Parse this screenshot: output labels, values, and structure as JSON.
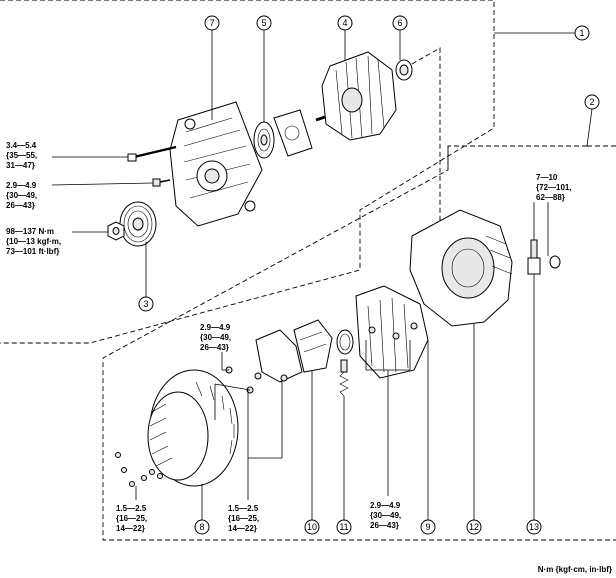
{
  "callouts": [
    {
      "id": "c1",
      "label": "1"
    },
    {
      "id": "c2",
      "label": "2"
    },
    {
      "id": "c3",
      "label": "3"
    },
    {
      "id": "c4",
      "label": "4"
    },
    {
      "id": "c5",
      "label": "5"
    },
    {
      "id": "c6",
      "label": "6"
    },
    {
      "id": "c7",
      "label": "7"
    },
    {
      "id": "c8",
      "label": "8"
    },
    {
      "id": "c9",
      "label": "9"
    },
    {
      "id": "c10",
      "label": "10"
    },
    {
      "id": "c11",
      "label": "11"
    },
    {
      "id": "c12",
      "label": "12"
    },
    {
      "id": "c13",
      "label": "13"
    }
  ],
  "torques": {
    "t1": [
      "3.4—5.4",
      "{35—55,",
      "31—47}"
    ],
    "t2": [
      "2.9—4.9",
      "{30—49,",
      "26—43}"
    ],
    "t3": [
      "98—137 N·m",
      "{10—13 kgf·m,",
      "73—101 ft·lbf}"
    ],
    "t4": [
      "7—10",
      "{72—101,",
      "62—88}"
    ],
    "t5": [
      "2.9—4.9",
      "{30—49,",
      "26—43}"
    ],
    "t6": [
      "1.5—2.5",
      "{16—25,",
      "14—22}"
    ],
    "t7": [
      "1.5—2.5",
      "{16—25,",
      "14—22}"
    ],
    "t8": [
      "2.9—4.9",
      "{30—49,",
      "26—43}"
    ]
  },
  "units_note": "N·m {kgf·cm, in·lbf}"
}
